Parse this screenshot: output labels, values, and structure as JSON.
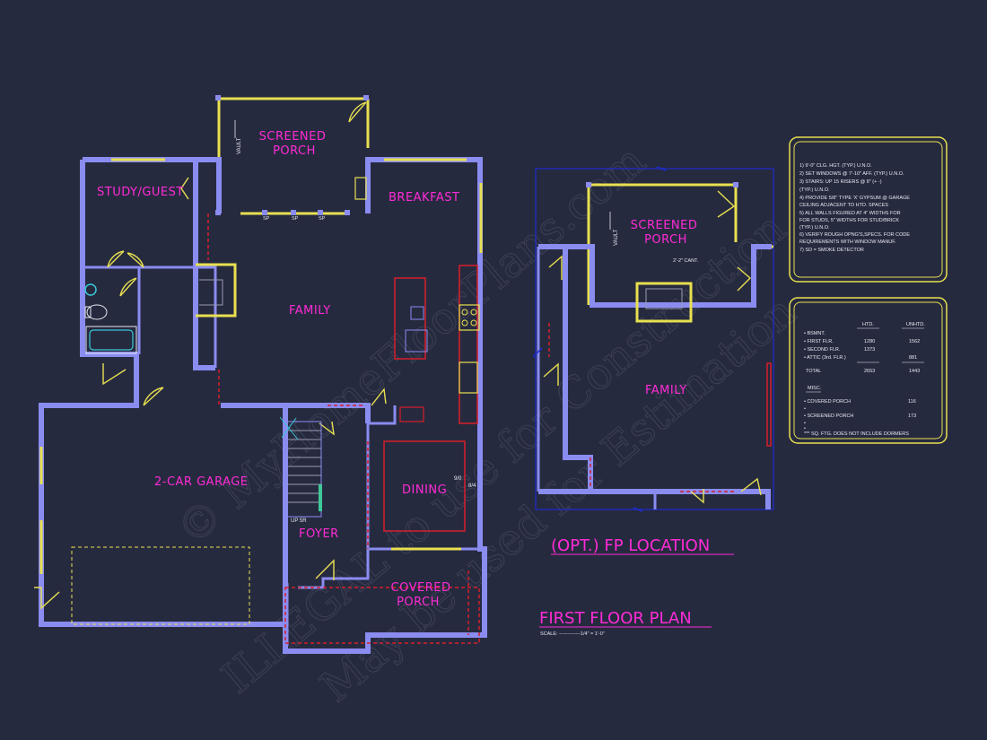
{
  "rooms": {
    "screened_porch": [
      "SCREENED",
      "PORCH"
    ],
    "study": "STUDY/GUEST",
    "breakfast": "BREAKFAST",
    "family": "FAMILY",
    "garage": "2-CAR GARAGE",
    "dining": "DINING",
    "foyer": "FOYER",
    "covered_porch": [
      "COVERED",
      "PORCH"
    ],
    "opt_screened_porch": [
      "SCREENED",
      "PORCH"
    ],
    "opt_family": "FAMILY"
  },
  "labels": {
    "vault": "VAULT",
    "vault2": "VAULT",
    "sp1": "SP",
    "sp2": "SP",
    "sp3": "SP",
    "up_br": "UP 5R",
    "din_h1": "9/0",
    "din_h2": "8/4",
    "cant": "2'-2\" CANT.",
    "opt_fp": "(OPT.) FP LOCATION",
    "title": "FIRST FLOOR PLAN",
    "scale": "SCALE: -------------1/4\" = 1'-0\""
  },
  "notes": [
    "1) 9'-0\" CLG. HGT. (TYP.) U.N.O.",
    "2) SET WINDOWS @ 7'-10\" AFF. (TYP.) U.N.O.",
    "3) STAIRS: UP 15 RISERS @ 8\" (+ -)",
    "    (TYP.) U.N.O.",
    "4) PROVIDE 5/8\" TYPE 'X' GYPSUM @ GARAGE",
    "    CEILING ADJACENT TO HTD. SPACES",
    "5) ALL WALLS FIGURED AT 4\" WIDTHS FOR",
    "    FOR STUDS, 5\" WIDTHS FOR STUD/BRICK",
    "    (TYP.) U.N.O.",
    "6) VERIFY ROUGH OPNG'S,SPECS. FOR CODE",
    "    REQUIREMENTS WITH WINDOW MANUF.",
    "7) SD = SMOKE DETECTOR"
  ],
  "area_table": {
    "headers": [
      "HTD.",
      "UNHTD."
    ],
    "rows": [
      {
        "label": "• BSMNT.",
        "htd": "",
        "unhtd": ""
      },
      {
        "label": "• FIRST FLR.",
        "htd": "1280",
        "unhtd": "1562"
      },
      {
        "label": "• SECOND FLR.",
        "htd": "1373",
        "unhtd": ""
      },
      {
        "label": "• ATTIC (3rd. FLR.)",
        "htd": "",
        "unhtd": "881"
      },
      {
        "label": "TOTAL",
        "htd": "2653",
        "unhtd": "1443"
      }
    ],
    "misc_title": "MISC.",
    "misc_rows": [
      {
        "label": "• COVERED PORCH",
        "value": "116"
      },
      {
        "label": "•",
        "value": ""
      },
      {
        "label": "• SCREENED PORCH",
        "value": "173"
      },
      {
        "label": "•",
        "value": ""
      },
      {
        "label": "•",
        "value": ""
      }
    ],
    "footnote": "*** SQ. FTG. DOES NOT INCLUDE DORMERS"
  },
  "watermark": [
    "© MyHomeFloorPlans.com",
    "ILLEGAL to use for Construction",
    "May be used for Estimation"
  ],
  "colors": {
    "background": "#262a3f",
    "walls": "#8a8cf0",
    "windows": "#e8e050",
    "room_labels": "#ff2bd6",
    "dashed": "#d81e2a",
    "blue_outline": "#1f2bd0"
  }
}
